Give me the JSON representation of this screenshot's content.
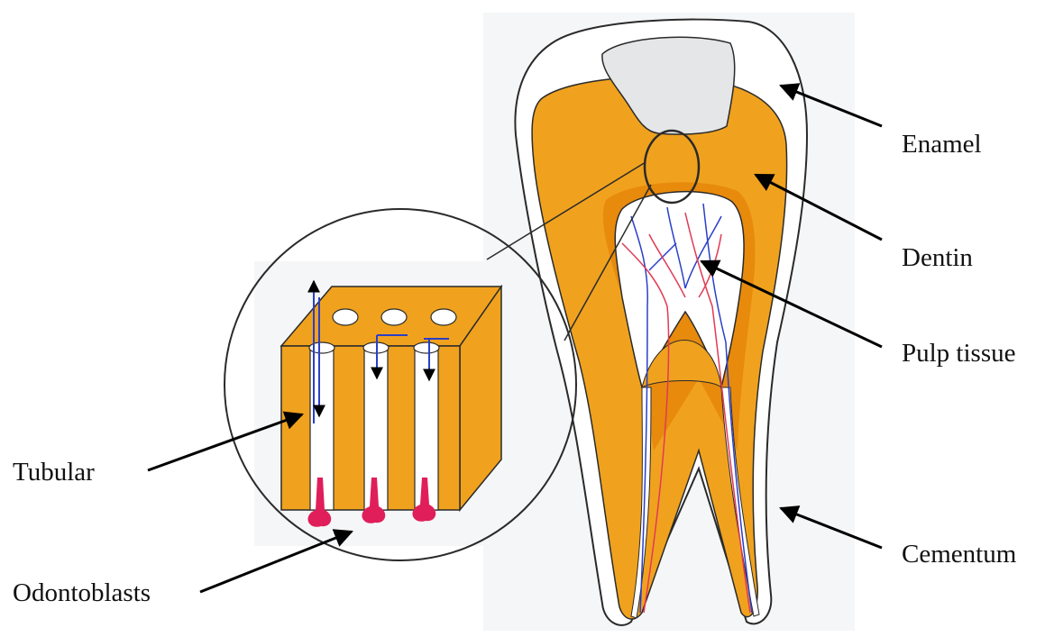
{
  "labels": {
    "enamel": "Enamel",
    "dentin": "Dentin",
    "pulp_tissue": "Pulp tissue",
    "cementum": "Cementum",
    "tubular": "Tubular",
    "odontoblasts": "Odontoblasts"
  },
  "colors": {
    "dentin": "#f0a21e",
    "dentin_dark": "#e88a0c",
    "pulp": "#ffffff",
    "enamel_fill": "#ffffff",
    "caries": "#e4e6e8",
    "background_panel": "#f5f6f7",
    "vessel_blue": "#2a3fc8",
    "vessel_red": "#e23a55",
    "odontoblast": "#e01e5a",
    "outline": "#2a2a2a",
    "arrow": "#000000"
  }
}
